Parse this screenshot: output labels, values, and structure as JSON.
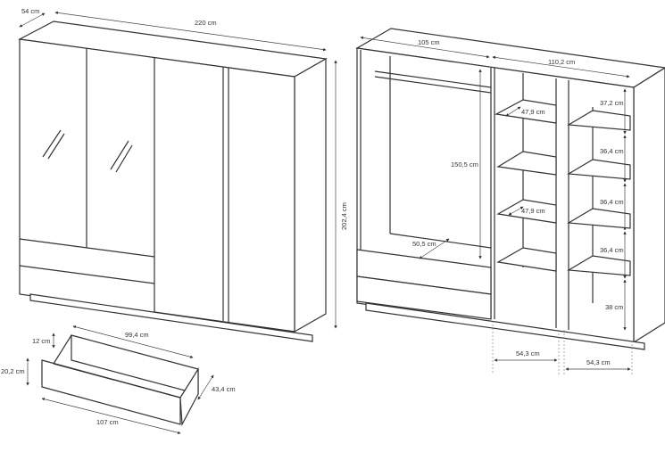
{
  "wardrobe_closed": {
    "depth": "54 cm",
    "width": "220 cm",
    "height": "202,4 cm"
  },
  "drawer": {
    "side_height": "12 cm",
    "inner_width": "99,4 cm",
    "front_height": "20,2 cm",
    "depth": "43,4 cm",
    "front_width": "107 cm"
  },
  "wardrobe_open": {
    "left_width": "105 cm",
    "right_width": "110,2 cm",
    "hanging_height": "150,5 cm",
    "shelf_depth_1": "47,9 cm",
    "shelf_depth_2": "47,9 cm",
    "bottom_depth": "50,5 cm",
    "shelf_heights": [
      "37,2 cm",
      "36,4 cm",
      "36,4 cm",
      "36,4 cm",
      "38 cm"
    ],
    "section_width_1": "54,3 cm",
    "section_width_2": "54,3 cm"
  }
}
